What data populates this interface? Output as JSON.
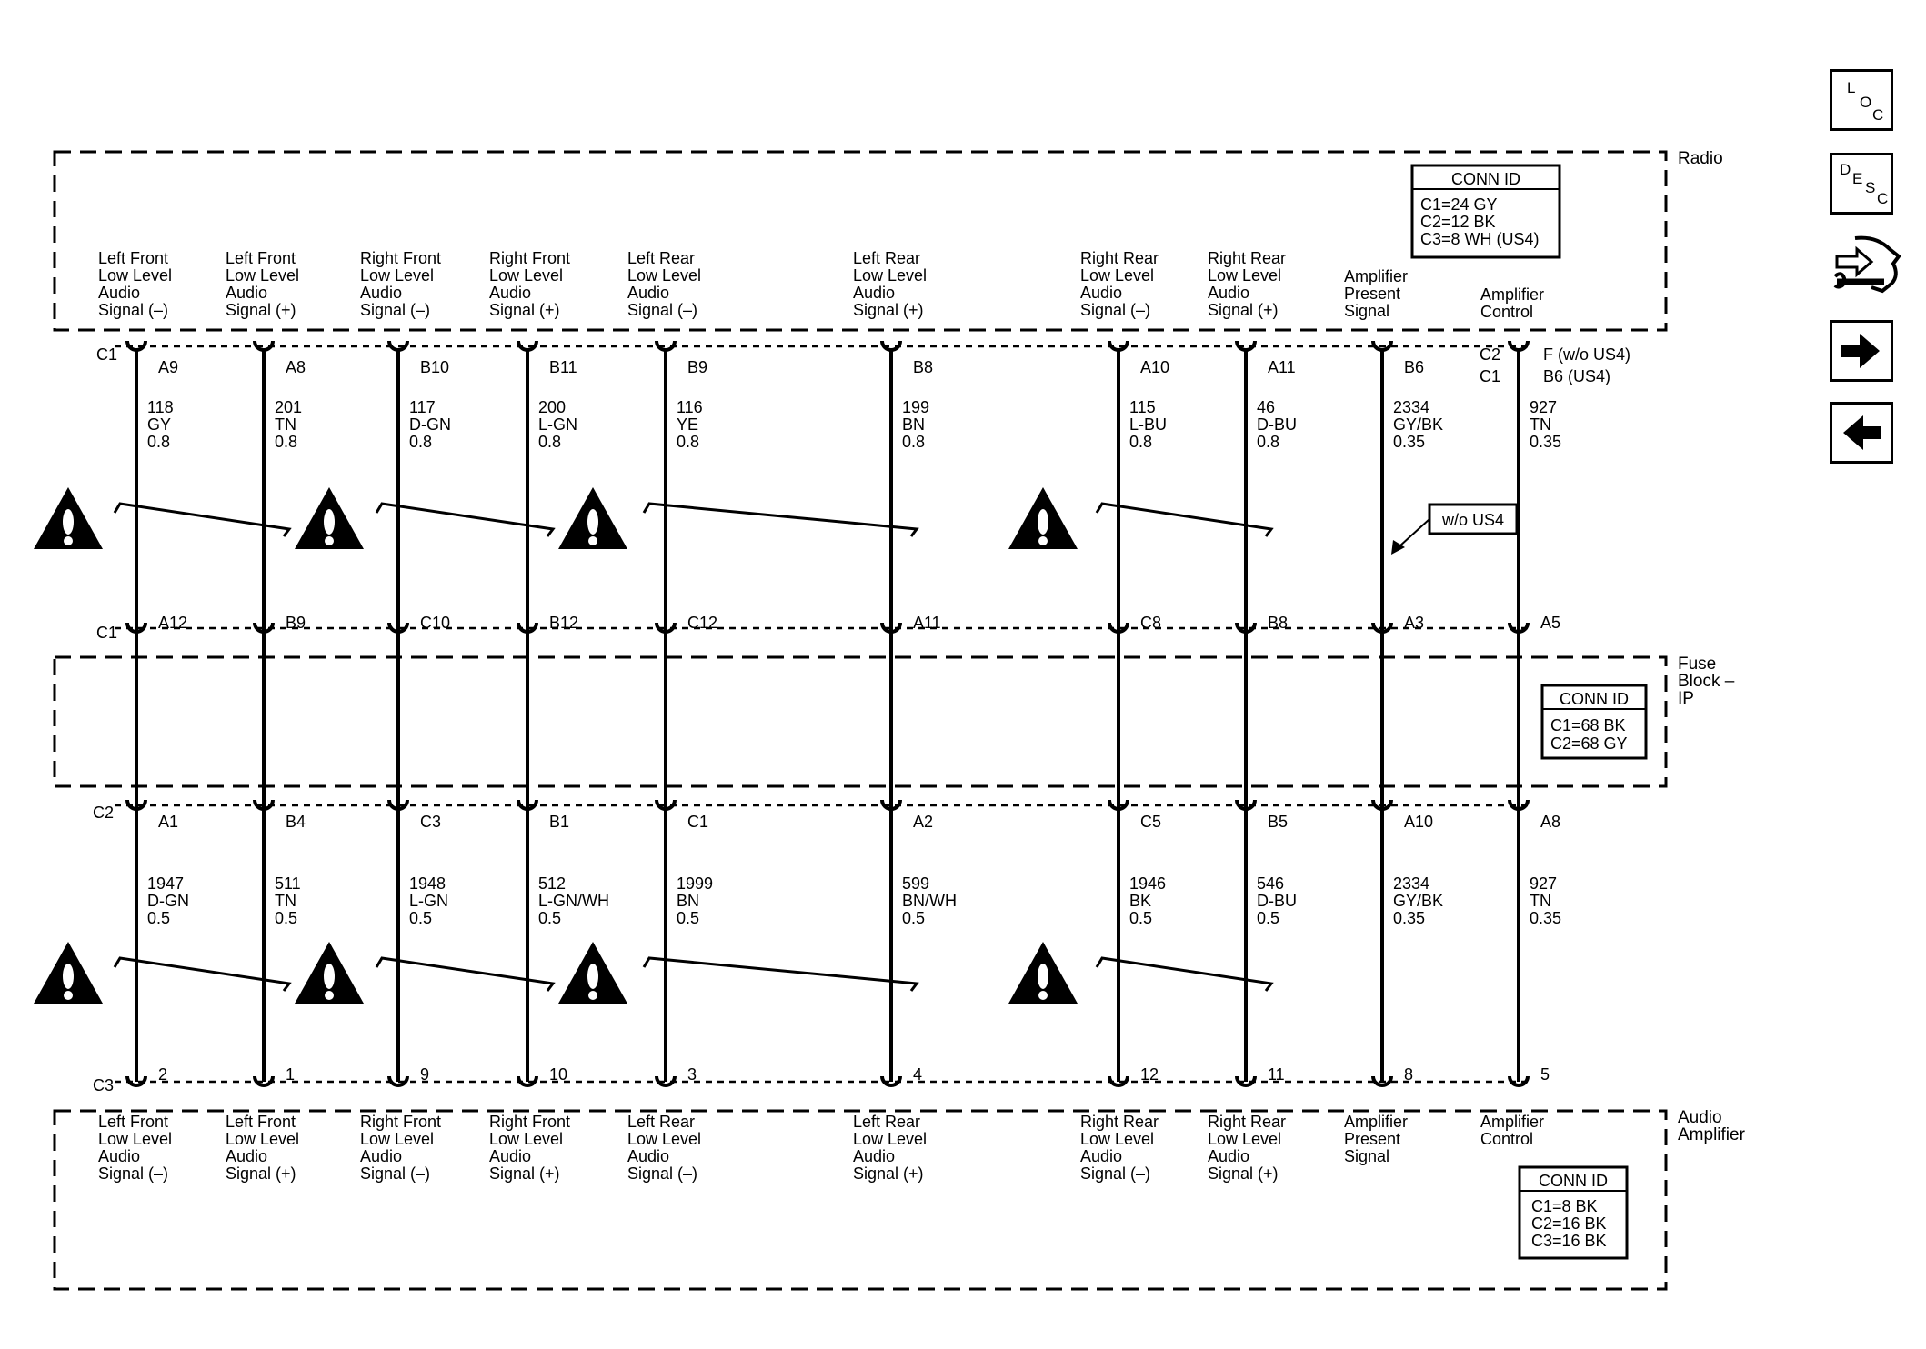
{
  "modules": {
    "radio": "Radio",
    "fuse_block": [
      "Fuse",
      "Block –",
      "IP"
    ],
    "amplifier": [
      "Audio",
      "Amplifier"
    ]
  },
  "conn_ids": {
    "radio": {
      "title": "CONN ID",
      "lines": [
        "C1=24 GY",
        "C2=12 BK",
        "C3=8 WH (US4)"
      ]
    },
    "fuse": {
      "title": "CONN ID",
      "lines": [
        "C1=68 BK",
        "C2=68 GY"
      ]
    },
    "amp": {
      "title": "CONN ID",
      "lines": [
        "C1=8 BK",
        "C2=16 BK",
        "C3=16 BK"
      ]
    }
  },
  "connector_names": {
    "radio_c1": "C1",
    "fuse_c1": "C1",
    "fuse_c2": "C2",
    "amp_c3": "C3",
    "radio_c2": "C2",
    "radio_c1_alt": "C1",
    "amp_pin_f": "F (w/o US4)",
    "amp_pin_b6": "B6 (US4)"
  },
  "option_label": "w/o US4",
  "circuits": [
    {
      "label": [
        "Left Front",
        "Low Level",
        "Audio",
        "Signal (–)"
      ],
      "radio_pin": "A9",
      "upper": {
        "num": "118",
        "color": "GY",
        "gauge": "0.8"
      },
      "fuse_c1_pin": "A12",
      "fuse_c2_pin": "A1",
      "lower": {
        "num": "1947",
        "color": "D-GN",
        "gauge": "0.5"
      },
      "amp_pin": "2",
      "amp_label": [
        "Left Front",
        "Low Level",
        "Audio",
        "Signal (–)"
      ]
    },
    {
      "label": [
        "Left Front",
        "Low Level",
        "Audio",
        "Signal (+)"
      ],
      "radio_pin": "A8",
      "upper": {
        "num": "201",
        "color": "TN",
        "gauge": "0.8"
      },
      "fuse_c1_pin": "B9",
      "fuse_c2_pin": "B4",
      "lower": {
        "num": "511",
        "color": "TN",
        "gauge": "0.5"
      },
      "amp_pin": "1",
      "amp_label": [
        "Left Front",
        "Low Level",
        "Audio",
        "Signal (+)"
      ]
    },
    {
      "label": [
        "Right Front",
        "Low Level",
        "Audio",
        "Signal (–)"
      ],
      "radio_pin": "B10",
      "upper": {
        "num": "117",
        "color": "D-GN",
        "gauge": "0.8"
      },
      "fuse_c1_pin": "C10",
      "fuse_c2_pin": "C3",
      "lower": {
        "num": "1948",
        "color": "L-GN",
        "gauge": "0.5"
      },
      "amp_pin": "9",
      "amp_label": [
        "Right Front",
        "Low Level",
        "Audio",
        "Signal (–)"
      ]
    },
    {
      "label": [
        "Right Front",
        "Low Level",
        "Audio",
        "Signal (+)"
      ],
      "radio_pin": "B11",
      "upper": {
        "num": "200",
        "color": "L-GN",
        "gauge": "0.8"
      },
      "fuse_c1_pin": "B12",
      "fuse_c2_pin": "B1",
      "lower": {
        "num": "512",
        "color": "L-GN/WH",
        "gauge": "0.5"
      },
      "amp_pin": "10",
      "amp_label": [
        "Right Front",
        "Low Level",
        "Audio",
        "Signal (+)"
      ]
    },
    {
      "label": [
        "Left Rear",
        "Low Level",
        "Audio",
        "Signal (–)"
      ],
      "radio_pin": "B9",
      "upper": {
        "num": "116",
        "color": "YE",
        "gauge": "0.8"
      },
      "fuse_c1_pin": "C12",
      "fuse_c2_pin": "C1",
      "lower": {
        "num": "1999",
        "color": "BN",
        "gauge": "0.5"
      },
      "amp_pin": "3",
      "amp_label": [
        "Left Rear",
        "Low Level",
        "Audio",
        "Signal (–)"
      ]
    },
    {
      "label": [
        "Left Rear",
        "Low Level",
        "Audio",
        "Signal (+)"
      ],
      "radio_pin": "B8",
      "upper": {
        "num": "199",
        "color": "BN",
        "gauge": "0.8"
      },
      "fuse_c1_pin": "A11",
      "fuse_c2_pin": "A2",
      "lower": {
        "num": "599",
        "color": "BN/WH",
        "gauge": "0.5"
      },
      "amp_pin": "4",
      "amp_label": [
        "Left Rear",
        "Low Level",
        "Audio",
        "Signal (+)"
      ]
    },
    {
      "label": [
        "Right Rear",
        "Low Level",
        "Audio",
        "Signal (–)"
      ],
      "radio_pin": "A10",
      "upper": {
        "num": "115",
        "color": "L-BU",
        "gauge": "0.8"
      },
      "fuse_c1_pin": "C8",
      "fuse_c2_pin": "C5",
      "lower": {
        "num": "1946",
        "color": "BK",
        "gauge": "0.5"
      },
      "amp_pin": "12",
      "amp_label": [
        "Right Rear",
        "Low Level",
        "Audio",
        "Signal (–)"
      ]
    },
    {
      "label": [
        "Right Rear",
        "Low Level",
        "Audio",
        "Signal (+)"
      ],
      "radio_pin": "A11",
      "upper": {
        "num": "46",
        "color": "D-BU",
        "gauge": "0.8"
      },
      "fuse_c1_pin": "B8",
      "fuse_c2_pin": "B5",
      "lower": {
        "num": "546",
        "color": "D-BU",
        "gauge": "0.5"
      },
      "amp_pin": "11",
      "amp_label": [
        "Right Rear",
        "Low Level",
        "Audio",
        "Signal (+)"
      ]
    },
    {
      "label": [
        "Amplifier",
        "Present",
        "Signal"
      ],
      "radio_pin": "B6",
      "upper": {
        "num": "2334",
        "color": "GY/BK",
        "gauge": "0.35"
      },
      "fuse_c1_pin": "A3",
      "fuse_c2_pin": "A10",
      "lower": {
        "num": "2334",
        "color": "GY/BK",
        "gauge": "0.35"
      },
      "amp_pin": "8",
      "amp_label": [
        "Amplifier",
        "Present",
        "Signal"
      ]
    },
    {
      "label": [
        "Amplifier",
        "Control"
      ],
      "radio_pin": "",
      "upper": {
        "num": "927",
        "color": "TN",
        "gauge": "0.35"
      },
      "fuse_c1_pin": "A5",
      "fuse_c2_pin": "A8",
      "lower": {
        "num": "927",
        "color": "TN",
        "gauge": "0.35"
      },
      "amp_pin": "5",
      "amp_label": [
        "Amplifier",
        "Control"
      ]
    }
  ],
  "nav_buttons": {
    "loc": [
      "L",
      "O",
      "C"
    ],
    "desc": [
      "D",
      "E",
      "S",
      "C"
    ]
  },
  "icons": {
    "loc": "location-icon",
    "desc": "description-icon",
    "schematic": "schematic-icon",
    "next": "arrow-right-icon",
    "prev": "arrow-left-icon",
    "caution": "caution-icon"
  }
}
